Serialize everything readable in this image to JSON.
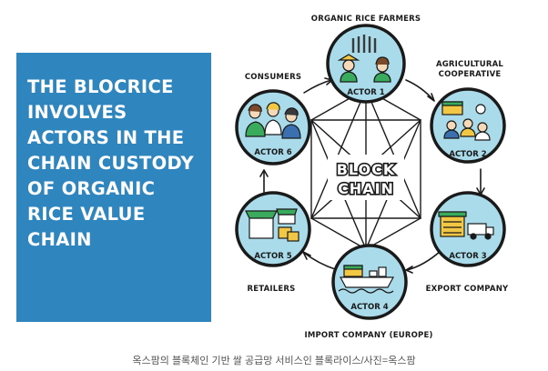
{
  "panel": {
    "text": "THE BLOCRICE\nINVOLVES\nACTORS IN THE\nCHAIN CUSTODY\nOF ORGANIC\nRICE VALUE\nCHAIN",
    "color": "#2f86bf"
  },
  "center": {
    "line1": "BLOCK",
    "line2": "CHAIN"
  },
  "nodes": [
    {
      "actor": "ACTOR 1",
      "role": "ORGANIC RICE FARMERS",
      "icon": "farmers-icon"
    },
    {
      "actor": "ACTOR 2",
      "role_line1": "AGRICULTURAL",
      "role_line2": "COOPERATIVE",
      "icon": "cooperative-icon"
    },
    {
      "actor": "ACTOR 3",
      "role": "EXPORT COMPANY",
      "icon": "export-truck-icon"
    },
    {
      "actor": "ACTOR 4",
      "role": "IMPORT COMPANY (EUROPE)",
      "icon": "cargo-ship-icon"
    },
    {
      "actor": "ACTOR 5",
      "role": "RETAILERS",
      "icon": "retail-store-icon"
    },
    {
      "actor": "ACTOR 6",
      "role": "CONSUMERS",
      "icon": "family-icon"
    }
  ],
  "colors": {
    "node_fill": "#a9dbea",
    "outline": "#1a1a1a",
    "box_yellow": "#f2c744",
    "green": "#3aaa5c"
  },
  "caption": "옥스팜의 블록체인 기반 쌀 공급망 서비스인 블록라이스/사진=옥스팜"
}
